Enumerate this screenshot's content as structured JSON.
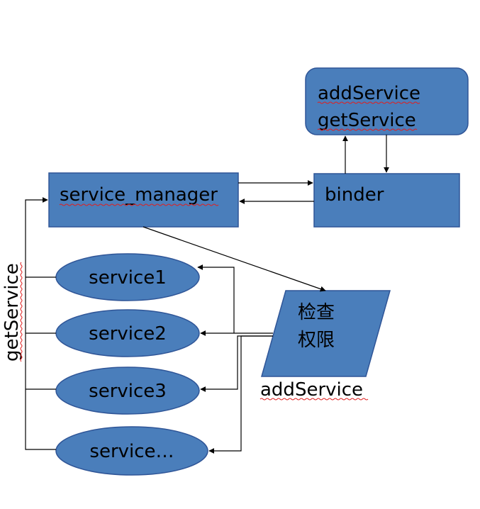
{
  "colors": {
    "node_fill": "#4a7ebb",
    "node_stroke": "#2f5597",
    "edge": "#000000",
    "spell_underline": "#e02020"
  },
  "nodes": {
    "service_manager": "service_manager",
    "binder": "binder",
    "api_box": {
      "line1": "addService",
      "line2": "getService"
    },
    "check_permission": {
      "line1": "检查",
      "line2": "权限"
    },
    "services": [
      "service1",
      "service2",
      "service3",
      "service…"
    ]
  },
  "labels": {
    "get_service_side": "getService",
    "add_service": "addService"
  }
}
